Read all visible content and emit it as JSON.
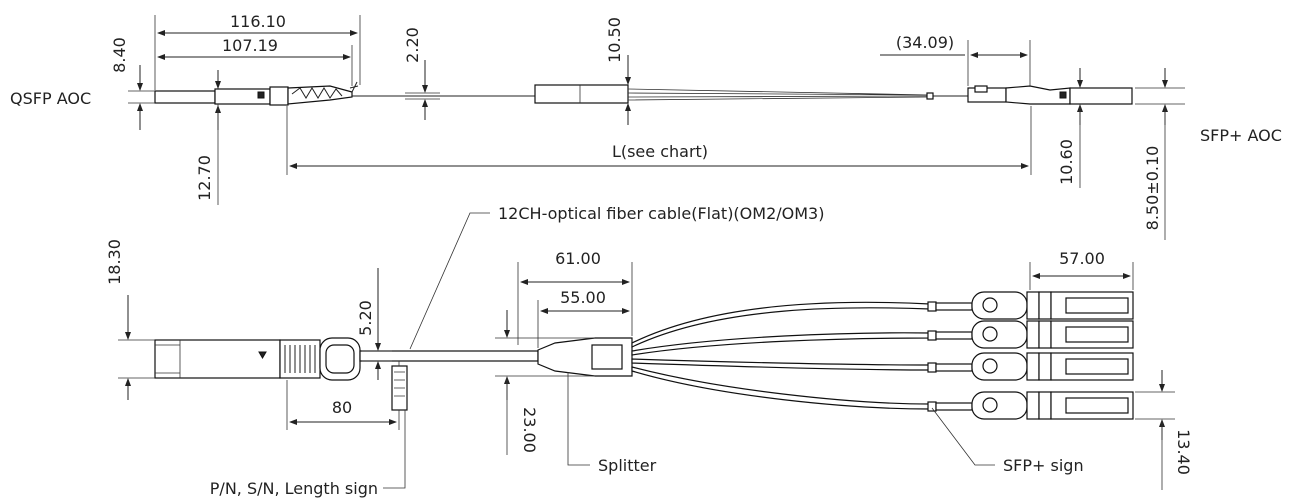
{
  "labels": {
    "qsfp_aoc": "QSFP AOC",
    "sfp_aoc": "SFP+ AOC",
    "cable": "12CH-optical fiber cable(Flat)(OM2/OM3)",
    "splitter": "Splitter",
    "sfp_sign": "SFP+ sign",
    "pn_sign": "P/N, S/N, Length sign"
  },
  "dims": {
    "d116": "116.10",
    "d107": "107.19",
    "d840": "8.40",
    "d220": "2.20",
    "d1050": "10.50",
    "d3409": "(34.09)",
    "d1270": "12.70",
    "dL": "L(see chart)",
    "d1060": "10.60",
    "d850": "8.50±0.10",
    "d1830": "18.30",
    "d520": "5.20",
    "d80": "80",
    "d61": "61.00",
    "d55": "55.00",
    "d2300": "23.00",
    "d57": "57.00",
    "d1340": "13.40"
  }
}
